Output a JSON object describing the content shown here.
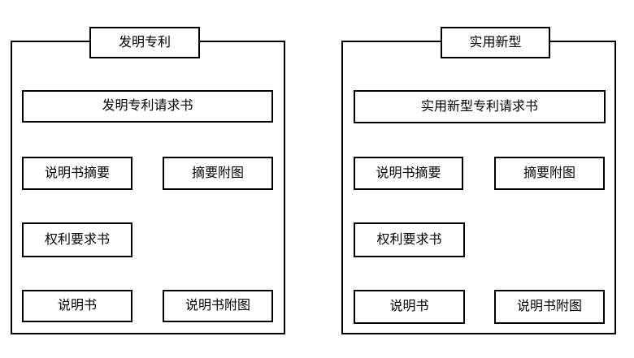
{
  "canvas": {
    "background_color": "#ffffff",
    "line_color": "#000000"
  },
  "panels": [
    {
      "id": "invention-patent",
      "title": "发明专利",
      "boxes": {
        "request": "发明专利请求书",
        "abstract": "说明书摘要",
        "abstract_figure": "摘要附图",
        "claims": "权利要求书",
        "specification": "说明书",
        "specification_figure": "说明书附图"
      }
    },
    {
      "id": "utility-model",
      "title": "实用新型",
      "boxes": {
        "request": "实用新型专利请求书",
        "abstract": "说明书摘要",
        "abstract_figure": "摘要附图",
        "claims": "权利要求书",
        "specification": "说明书",
        "specification_figure": "说明书附图"
      }
    }
  ]
}
